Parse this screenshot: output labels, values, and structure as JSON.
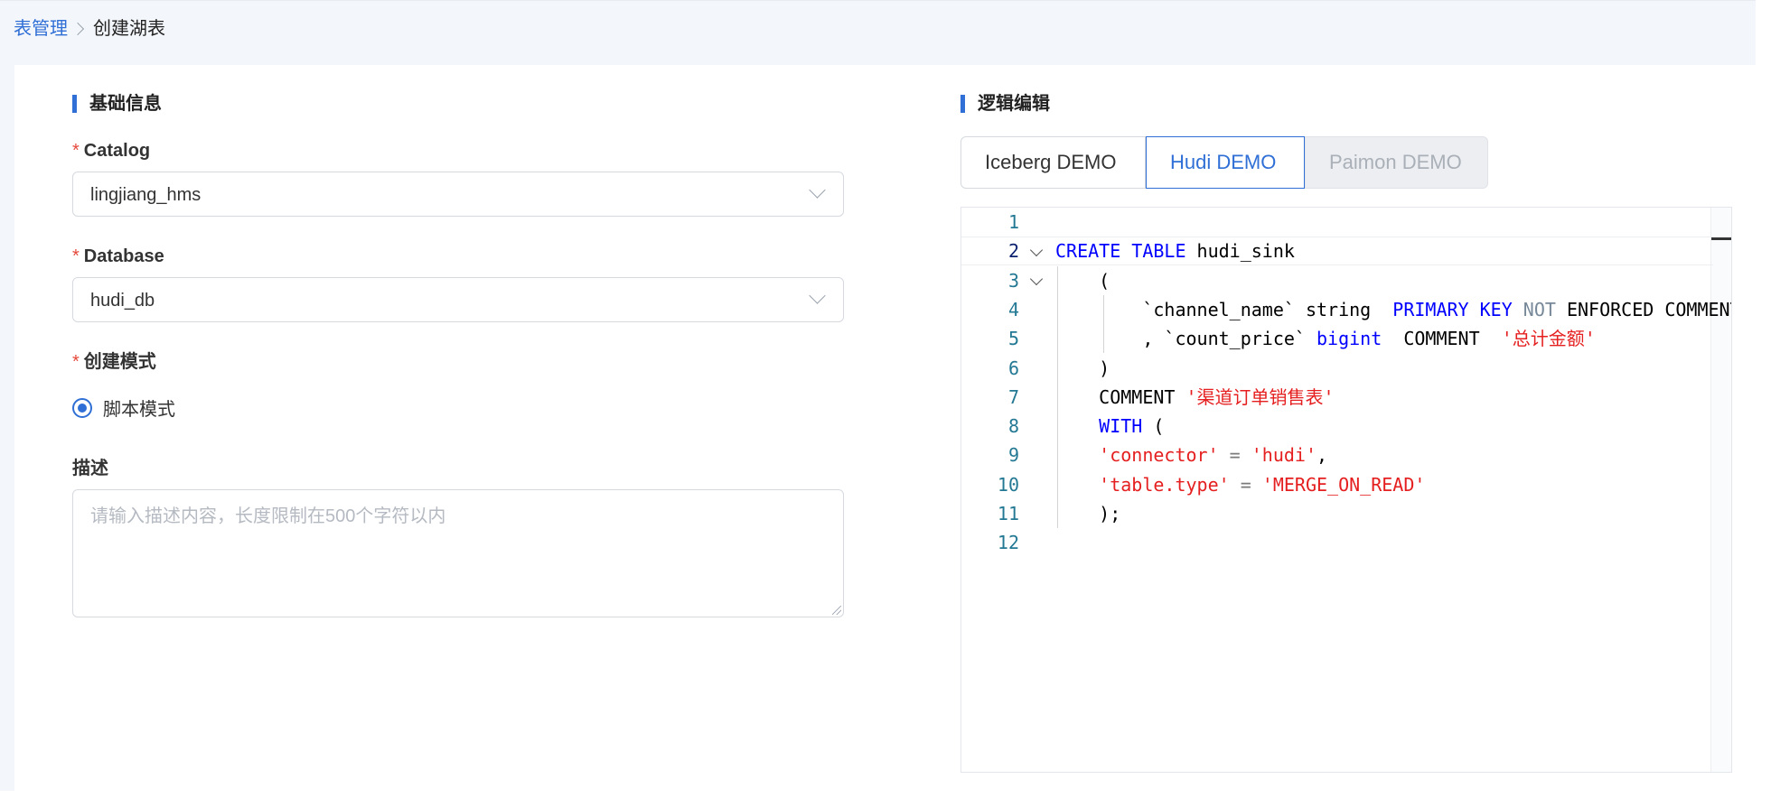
{
  "breadcrumb": {
    "parent": "表管理",
    "current": "创建湖表"
  },
  "basic_info": {
    "section_title": "基础信息",
    "catalog": {
      "label": "Catalog",
      "value": "lingjiang_hms"
    },
    "database": {
      "label": "Database",
      "value": "hudi_db"
    },
    "create_mode": {
      "label": "创建模式",
      "option": "脚本模式",
      "selected": true
    },
    "description": {
      "label": "描述",
      "placeholder": "请输入描述内容，长度限制在500个字符以内",
      "value": ""
    },
    "required_mark": "*"
  },
  "logic_editor": {
    "section_title": "逻辑编辑",
    "tabs": [
      {
        "label": "Iceberg DEMO",
        "state": "normal"
      },
      {
        "label": "Hudi DEMO",
        "state": "active"
      },
      {
        "label": "Paimon DEMO",
        "state": "disabled"
      }
    ],
    "lines": [
      {
        "n": "1",
        "parts": []
      },
      {
        "n": "2",
        "parts": [
          {
            "t": "CREATE",
            "c": "kw"
          },
          {
            "t": " ",
            "c": "plain"
          },
          {
            "t": "TABLE",
            "c": "kw"
          },
          {
            "t": " hudi_sink",
            "c": "plain"
          }
        ]
      },
      {
        "n": "3",
        "parts": [
          {
            "t": "    (",
            "c": "plain"
          }
        ]
      },
      {
        "n": "4",
        "parts": [
          {
            "t": "        `channel_name` string  ",
            "c": "plain"
          },
          {
            "t": "PRIMARY KEY",
            "c": "kw"
          },
          {
            "t": " ",
            "c": "plain"
          },
          {
            "t": "NOT",
            "c": "kw-grey"
          },
          {
            "t": " ENFORCED COMMENT ",
            "c": "plain"
          }
        ]
      },
      {
        "n": "5",
        "parts": [
          {
            "t": "        , `count_price` ",
            "c": "plain"
          },
          {
            "t": "bigint",
            "c": "kw"
          },
          {
            "t": "  COMMENT  ",
            "c": "plain"
          },
          {
            "t": "'总计金额'",
            "c": "str"
          }
        ]
      },
      {
        "n": "6",
        "parts": [
          {
            "t": "    )",
            "c": "plain"
          }
        ]
      },
      {
        "n": "7",
        "parts": [
          {
            "t": "    COMMENT ",
            "c": "plain"
          },
          {
            "t": "'渠道订单销售表'",
            "c": "str"
          }
        ]
      },
      {
        "n": "8",
        "parts": [
          {
            "t": "    ",
            "c": "plain"
          },
          {
            "t": "WITH",
            "c": "kw"
          },
          {
            "t": " (",
            "c": "plain"
          }
        ]
      },
      {
        "n": "9",
        "parts": [
          {
            "t": "    ",
            "c": "plain"
          },
          {
            "t": "'connector'",
            "c": "str"
          },
          {
            "t": " = ",
            "c": "op"
          },
          {
            "t": "'hudi'",
            "c": "str"
          },
          {
            "t": ",",
            "c": "plain"
          }
        ]
      },
      {
        "n": "10",
        "parts": [
          {
            "t": "    ",
            "c": "plain"
          },
          {
            "t": "'table.type'",
            "c": "str"
          },
          {
            "t": " = ",
            "c": "op"
          },
          {
            "t": "'MERGE_ON_READ'",
            "c": "str"
          }
        ]
      },
      {
        "n": "11",
        "parts": [
          {
            "t": "    );",
            "c": "plain"
          }
        ]
      },
      {
        "n": "12",
        "parts": []
      }
    ]
  }
}
